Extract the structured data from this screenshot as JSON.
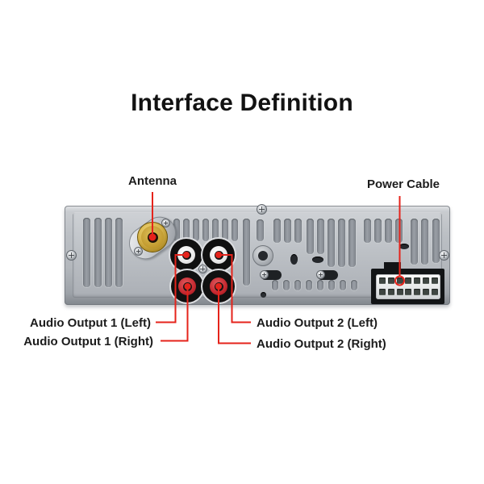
{
  "title": "Interface Definition",
  "diagram": {
    "device": "car-stereo-rear-panel",
    "callouts": {
      "antenna": "Antenna",
      "power_cable": "Power Cable",
      "audio_output_1_left": "Audio Output 1 (Left)",
      "audio_output_1_right": "Audio Output 1 (Right)",
      "audio_output_2_left": "Audio Output 2 (Left)",
      "audio_output_2_right": "Audio Output 2 (Right)"
    },
    "connectors": [
      {
        "name": "antenna-jack",
        "appearance": "gold round socket on angled plate"
      },
      {
        "name": "audio-output-1-left-jack",
        "appearance": "RCA, white ring"
      },
      {
        "name": "audio-output-2-left-jack",
        "appearance": "RCA, white ring"
      },
      {
        "name": "audio-output-1-right-jack",
        "appearance": "RCA, red ring"
      },
      {
        "name": "audio-output-2-right-jack",
        "appearance": "RCA, red ring"
      },
      {
        "name": "power-cable-socket",
        "appearance": "white 14-pin connector, 2 rows x 7 pins"
      }
    ],
    "colors": {
      "callout_red": "#e5231b",
      "panel_gray": "#b7bbc1",
      "antenna_gold": "#c9a83e",
      "rca_left_ring": "#f0f0f0",
      "rca_right_ring": "#c4272e",
      "background": "#ffffff"
    }
  }
}
